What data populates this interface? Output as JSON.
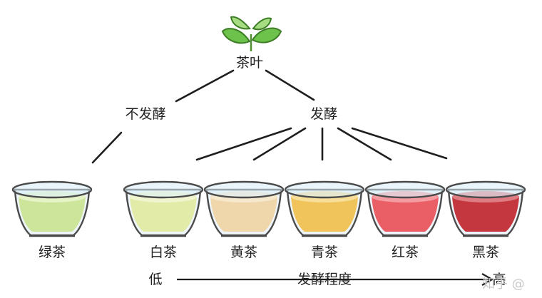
{
  "root": {
    "label": "茶叶"
  },
  "branches": [
    {
      "label": "不发酵"
    },
    {
      "label": "发酵"
    }
  ],
  "teas": [
    {
      "label": "绿茶",
      "liquid": "#cde59b",
      "rim": "#e6f3c6"
    },
    {
      "label": "白茶",
      "liquid": "#e3eba9",
      "rim": "#f1f5cf"
    },
    {
      "label": "黄茶",
      "liquid": "#efd6ab",
      "rim": "#f6e8cd"
    },
    {
      "label": "青茶",
      "liquid": "#f0c45a",
      "rim": "#f7de99"
    },
    {
      "label": "红茶",
      "liquid": "#ea5e66",
      "rim": "#f39da2"
    },
    {
      "label": "黑茶",
      "liquid": "#c4373f",
      "rim": "#dd7d83"
    }
  ],
  "scale": {
    "low": "低",
    "title": "发酵程度",
    "high": "高"
  },
  "watermark": "知乎 @",
  "colors": {
    "line": "#1e1e1e",
    "leaf": "#6cc24a",
    "leaf_light": "#a6dd82",
    "glass_edge": "#4b4b4b",
    "glass_top": "#d7ecf7"
  }
}
